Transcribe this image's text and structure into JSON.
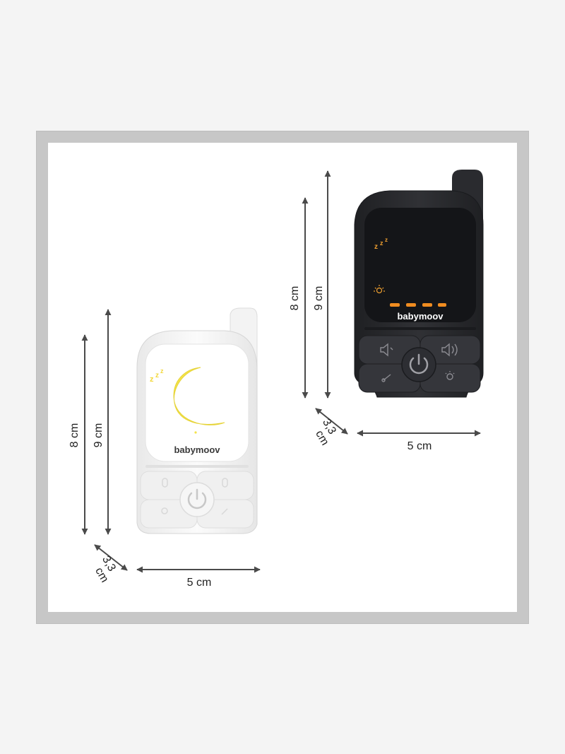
{
  "products": [
    {
      "id": "white-unit",
      "color": "#f7f7f7",
      "accent": "#f4e349",
      "brand": "babymoov",
      "sleep_icon": "zzz-icon",
      "dimensions": {
        "height_a": "8 cm",
        "height_b": "9 cm",
        "width": "5 cm",
        "depth_value": "3,3",
        "depth_unit": "cm"
      }
    },
    {
      "id": "black-unit",
      "color": "#2b2c30",
      "accent": "#f09a26",
      "brand": "babymoov",
      "sleep_icon": "zzz-icon",
      "dimensions": {
        "height_a": "8 cm",
        "height_b": "9 cm",
        "width": "5 cm",
        "depth_value": "3,3",
        "depth_unit": "cm"
      }
    }
  ]
}
